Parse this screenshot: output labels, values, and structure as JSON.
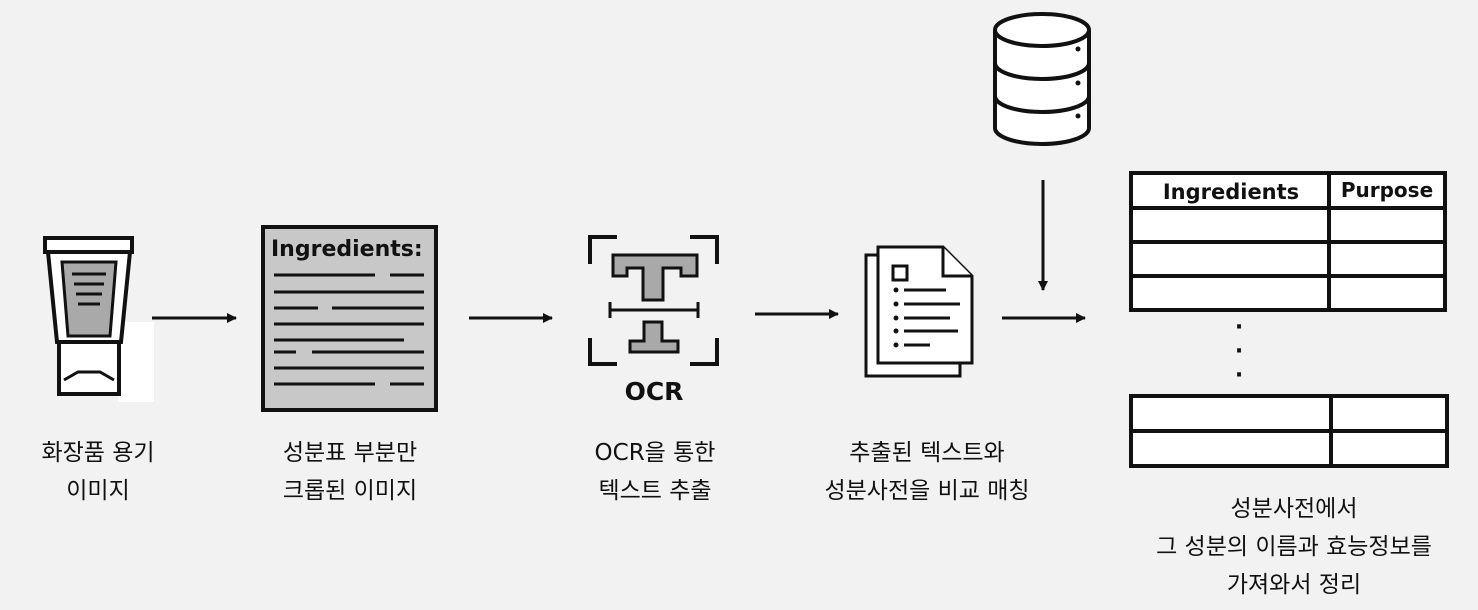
{
  "steps": [
    {
      "icon": "cosmetic-tube-icon",
      "caption": [
        "화장품 용기",
        "이미지"
      ]
    },
    {
      "icon": "ingredients-label-icon",
      "label_title": "Ingredients:",
      "caption": [
        "성분표 부분만",
        "크롭된 이미지"
      ]
    },
    {
      "icon": "ocr-scan-icon",
      "icon_text": "OCR",
      "caption": [
        "OCR을 통한",
        "텍스트 추출"
      ]
    },
    {
      "icon": "document-list-icon",
      "caption": [
        "추출된 텍스트와",
        "성분사전을 비교 매칭"
      ]
    },
    {
      "icon": "result-table-icon",
      "caption": [
        "성분사전에서",
        "그 성분의 이름과 효능정보를",
        "가져와서 정리"
      ]
    }
  ],
  "database": {
    "icon": "database-icon"
  },
  "table": {
    "headers": [
      "Ingredients",
      "Purpose"
    ],
    "ellipsis": [
      "·",
      "·",
      "·"
    ]
  }
}
